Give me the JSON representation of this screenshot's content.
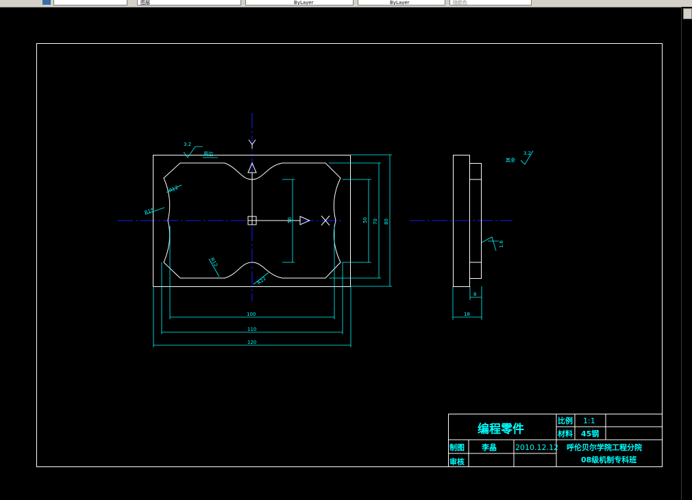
{
  "toolbar": {
    "layer_field": "图层",
    "linetype_field": "ByLayer",
    "lineweight_field": "ByLayer",
    "color_field": "随颜色"
  },
  "drawing": {
    "roughness_top": "周边",
    "roughness_top_value": "3.2",
    "roughness_right_label": "其余",
    "roughness_right_value": "3.2",
    "roughness_side_value": "1.6",
    "axis_y_label": "Y",
    "axis_x_label": "X",
    "radius_r12_top": "R12",
    "radius_r15": "R15",
    "radius_r12_bottom": "R12",
    "radius_r22": "R22",
    "dim_inner_50": "50",
    "dim_50": "50",
    "dim_70": "70",
    "dim_80": "80",
    "dim_100": "100",
    "dim_110": "110",
    "dim_120": "120",
    "dim_8": "8",
    "dim_18": "18"
  },
  "title_block": {
    "part_name": "编程零件",
    "scale_label": "比例",
    "scale_value": "1:1",
    "material_label": "材料",
    "material_value": "45钢",
    "drawn_label": "制图",
    "drawn_by": "李晶",
    "date": "2010.12.12",
    "checked_label": "审核",
    "school": "呼伦贝尔学院工程分院",
    "class_name": "08级机制专科班"
  }
}
